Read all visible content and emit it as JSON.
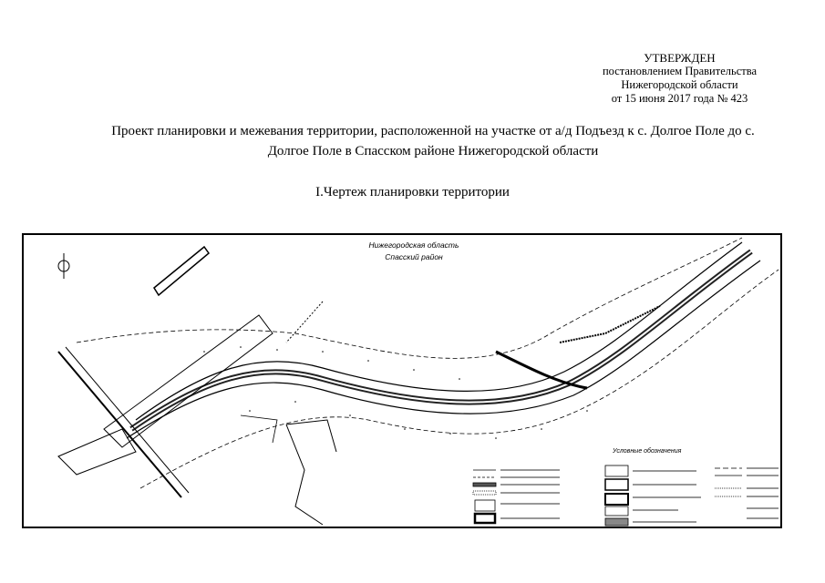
{
  "approval": {
    "heading": "УТВЕРЖДЕН",
    "line1": "постановлением Правительства",
    "line2": "Нижегородской области",
    "line3": "от 15 июня 2017 года № 423"
  },
  "document_title": {
    "line1": "Проект планировки и межевания территории, расположенной на участке  от а/д Подъезд к с. Долгое Поле до с.",
    "line2": "Долгое Поле в Спасском районе Нижегородской области"
  },
  "section_title": "I.Чертеж планировки территории",
  "map": {
    "region_label": "Нижегородская область",
    "district_label": "Спасский район",
    "legend_title": "Условные обозначения"
  }
}
